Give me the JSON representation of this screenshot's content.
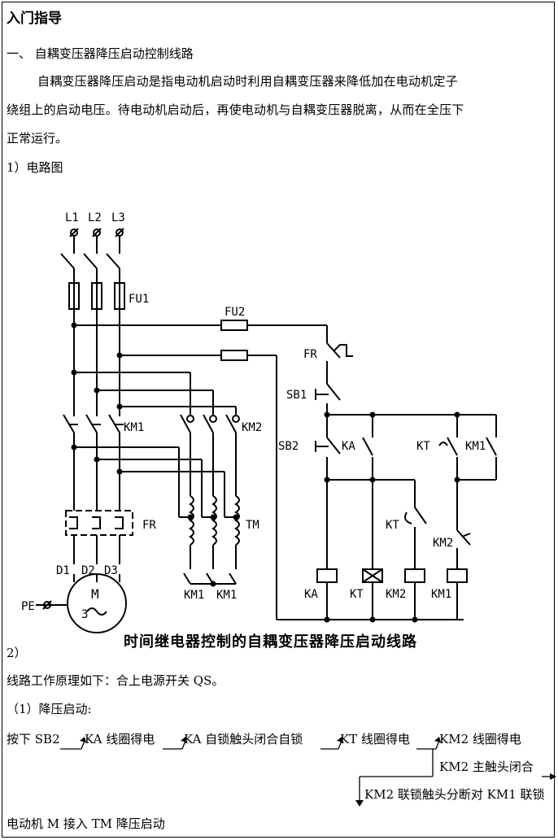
{
  "heading": "入门指导",
  "section1": "一、 自耦变压器降压启动控制线路",
  "para": {
    "line1": "自耦变压器降压启动是指电动机启动时利用自耦变压器来降低加在电动机定子",
    "line2": "绕组上的启动电压。待电动机启动后，再使电动机与自耦变压器脱离，从而在全压下",
    "line3": "正常运行。"
  },
  "item1": "1）电路图",
  "diagram": {
    "caption": "时间继电器控制的自耦变压器降压启动线路",
    "labels": {
      "L1": "L1",
      "L2": "L2",
      "L3": "L3",
      "FU1": "FU1",
      "FU2": "FU2",
      "FR_main": "FR",
      "FR_ctrl": "FR",
      "SB1": "SB1",
      "SB2": "SB2",
      "KA_contact": "KA",
      "KT_contact": "KT",
      "KM1_contact": "KM1",
      "KM1_main": "KM1",
      "KM2_main": "KM2",
      "TM": "TM",
      "KT_delay": "KT",
      "KM2_interlock": "KM2",
      "D1": "D1",
      "D2": "D2",
      "D3": "D3",
      "PE": "PE",
      "motor_M": "M",
      "motor_3": "3",
      "KM1_star_a": "KM1",
      "KM1_star_b": "KM1",
      "coil_KA": "KA",
      "coil_KT": "KT",
      "coil_KM2": "KM2",
      "coil_KM1": "KM1"
    }
  },
  "item2": "2）",
  "principle": "线路工作原理如下：合上电源开关 QS。",
  "sub1": "（1）降压启动:",
  "flow": {
    "s0": "按下 SB2",
    "s1": "KA 线圈得电",
    "s2": "KA 自锁触头闭合自锁",
    "s3": "KT 线圈得电",
    "s4": "KM2 线圈得电",
    "s5": "KM2 主触头闭合",
    "s6": "KM2 联锁触头分断对 KM1 联锁"
  },
  "last_line": "电动机 M 接入 TM 降压启动"
}
